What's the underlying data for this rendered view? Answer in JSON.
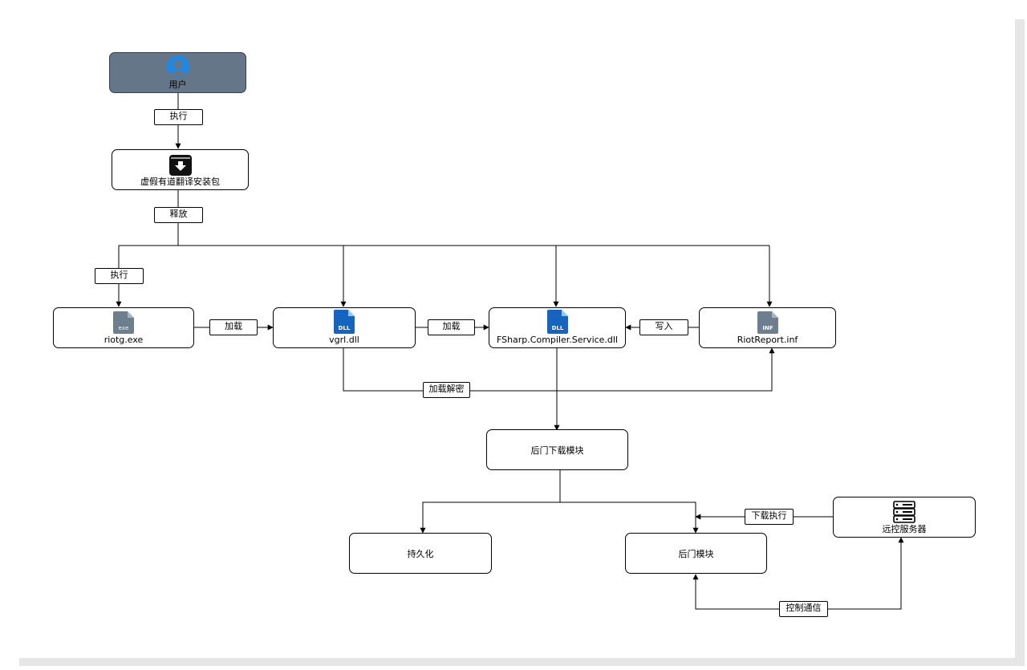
{
  "nodes": {
    "user": {
      "label": "用户",
      "icon": "user-icon"
    },
    "installer": {
      "label": "虚假有道翻译安装包",
      "icon": "download-icon"
    },
    "riotg": {
      "label": "riotg.exe",
      "icon": "exe-file-icon",
      "icon_text": "exe"
    },
    "vgrl": {
      "label": "vgrl.dll",
      "icon": "dll-file-icon",
      "icon_text": "DLL"
    },
    "fsharp": {
      "label": "FSharp.Compiler.Service.dll",
      "icon": "dll-file-icon",
      "icon_text": "DLL"
    },
    "riotreport": {
      "label": "RiotReport.inf",
      "icon": "inf-file-icon",
      "icon_text": "INF"
    },
    "backdoor_downloader": {
      "label": "后门下载模块"
    },
    "persistence": {
      "label": "持久化"
    },
    "backdoor": {
      "label": "后门模块"
    },
    "c2": {
      "label": "远控服务器",
      "icon": "server-icon"
    }
  },
  "edges": {
    "user_exec": "执行",
    "release": "释放",
    "exec2": "执行",
    "load1": "加载",
    "load2": "加载",
    "write": "写入",
    "load_decrypt": "加载解密",
    "download_exec": "下载执行",
    "control_comm": "控制通信"
  },
  "colors": {
    "user_fill": "#647687",
    "user_stroke": "#314354",
    "user_icon": "#1e88e5",
    "dll_icon": "#1565c0",
    "file_icon": "#6d7f8f",
    "line": "#000000"
  }
}
